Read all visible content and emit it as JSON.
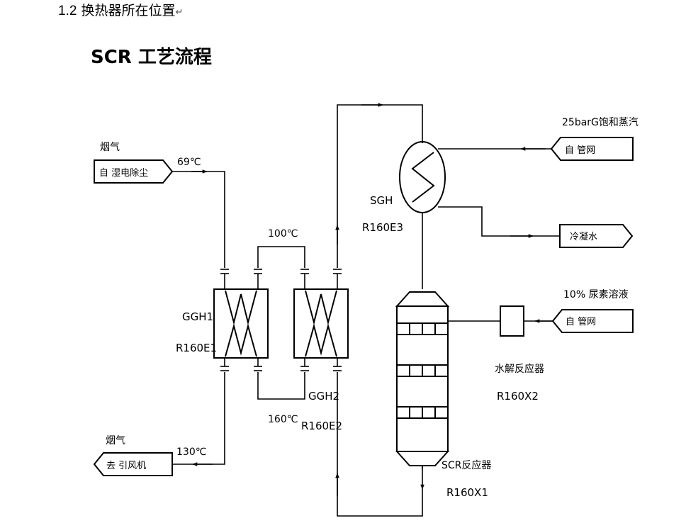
{
  "heading": {
    "number": "1.2",
    "text": "换热器所在位置",
    "mark": "↵"
  },
  "diagram_title": "SCR 工艺流程",
  "inlet": {
    "stream": "烟气",
    "source": "自 湿电除尘",
    "temp": "69℃"
  },
  "outlet": {
    "stream": "烟气",
    "dest": "去 引风机",
    "temp": "130℃"
  },
  "steam": {
    "label": "25barG饱和蒸汽",
    "source": "自 管网"
  },
  "condensate": {
    "label": "冷凝水"
  },
  "urea": {
    "label": "10% 尿素溶液",
    "source": "自 管网"
  },
  "ggh1": {
    "name": "GGH1",
    "tag": "R160E1"
  },
  "ggh2": {
    "name": "GGH2",
    "tag": "R160E2"
  },
  "sgh": {
    "name": "SGH",
    "tag": "R160E3"
  },
  "hydrolyzer": {
    "name": "水解反应器",
    "tag": "R160X2"
  },
  "scr_reactor": {
    "name": "SCR反应器",
    "tag": "R160X1"
  },
  "temps": {
    "top_link": "100℃",
    "bottom_link": "160℃"
  }
}
